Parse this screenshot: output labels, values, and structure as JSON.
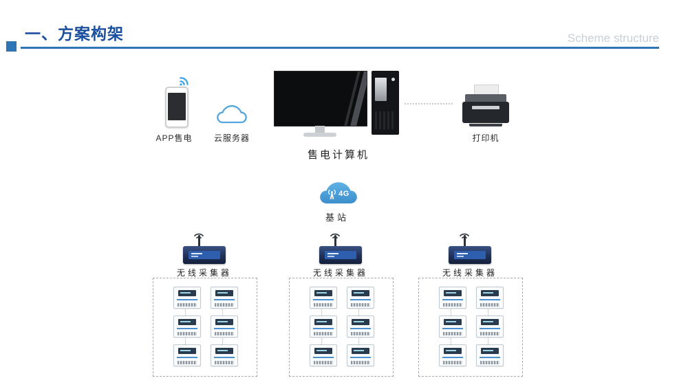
{
  "header": {
    "title": "一、方案构架",
    "subtitle": "Scheme structure"
  },
  "top_devices": {
    "phone_label": "APP售电",
    "cloud_label": "云服务器",
    "computer_label": "售电计算机",
    "printer_label": "打印机"
  },
  "network": {
    "station_label": "基站",
    "badge": "4G"
  },
  "collector_groups": [
    {
      "label": "无线采集器",
      "meter_count": 6
    },
    {
      "label": "无线采集器",
      "meter_count": 6
    },
    {
      "label": "无线采集器",
      "meter_count": 6
    }
  ],
  "colors": {
    "title_blue": "#1b4fa0",
    "rule_blue": "#2e75b6",
    "icon_blue": "#4aa3dd",
    "subtitle_gray": "#c9cfd6"
  }
}
